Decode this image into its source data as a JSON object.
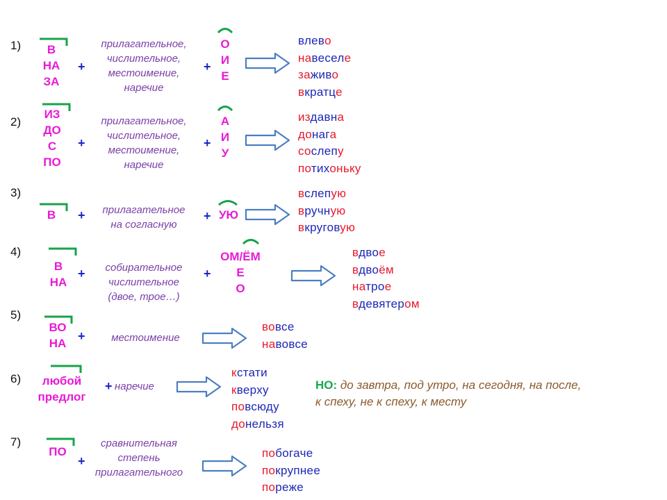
{
  "plus": "+",
  "rows": [
    {
      "num": "1)",
      "prefixes": [
        "В",
        "НА",
        "ЗА"
      ],
      "desc": [
        "прилагательное,",
        "числительное,",
        "местоимение,",
        "наречие"
      ],
      "suffixes": [
        "О",
        "И",
        "Е"
      ],
      "examples": [
        [
          {
            "t": "вл",
            "c": "b"
          },
          {
            "t": "ев",
            "c": "b"
          },
          {
            "t": "о",
            "c": "r"
          }
        ],
        [
          {
            "t": "на",
            "c": "r"
          },
          {
            "t": "весел",
            "c": "b"
          },
          {
            "t": "е",
            "c": "r"
          }
        ],
        [
          {
            "t": "за",
            "c": "r"
          },
          {
            "t": "жив",
            "c": "b"
          },
          {
            "t": "о",
            "c": "r"
          }
        ],
        [
          {
            "t": "в",
            "c": "r"
          },
          {
            "t": "кратц",
            "c": "b"
          },
          {
            "t": "е",
            "c": "r"
          }
        ]
      ]
    },
    {
      "num": "2)",
      "prefixes": [
        "ИЗ",
        "ДО",
        "С",
        "ПО"
      ],
      "desc": [
        "прилагательное,",
        "числительное,",
        "местоимение,",
        "наречие"
      ],
      "suffixes": [
        "А",
        "И",
        "У"
      ],
      "examples": [
        [
          {
            "t": "из",
            "c": "r"
          },
          {
            "t": "давн",
            "c": "b"
          },
          {
            "t": "а",
            "c": "r"
          }
        ],
        [
          {
            "t": "до",
            "c": "r"
          },
          {
            "t": "наг",
            "c": "b"
          },
          {
            "t": "а",
            "c": "r"
          }
        ],
        [
          {
            "t": "со",
            "c": "r"
          },
          {
            "t": "слеп",
            "c": "b"
          },
          {
            "t": "у",
            "c": "r"
          }
        ],
        [
          {
            "t": "по",
            "c": "r"
          },
          {
            "t": "тих",
            "c": "b"
          },
          {
            "t": "оньку",
            "c": "r"
          }
        ]
      ]
    },
    {
      "num": "3)",
      "prefixes": [
        "В"
      ],
      "desc": [
        "прилагательное",
        "на согласную"
      ],
      "suffixes": [
        "УЮ"
      ],
      "examples": [
        [
          {
            "t": "в",
            "c": "r"
          },
          {
            "t": "слеп",
            "c": "b"
          },
          {
            "t": "ую",
            "c": "r"
          }
        ],
        [
          {
            "t": "в",
            "c": "r"
          },
          {
            "t": "ручн",
            "c": "b"
          },
          {
            "t": "ую",
            "c": "r"
          }
        ],
        [
          {
            "t": "в",
            "c": "r"
          },
          {
            "t": "кругов",
            "c": "b"
          },
          {
            "t": "ую",
            "c": "r"
          }
        ]
      ]
    },
    {
      "num": "4)",
      "prefixes": [
        "В",
        "НА"
      ],
      "desc": [
        "собирательное",
        "числительное",
        "(двое, трое…)"
      ],
      "suffixes": [
        "ОМ/ЁМ",
        "Е",
        "О"
      ],
      "examples": [
        [
          {
            "t": "в",
            "c": "r"
          },
          {
            "t": "дво",
            "c": "b"
          },
          {
            "t": "е",
            "c": "r"
          }
        ],
        [
          {
            "t": "в",
            "c": "r"
          },
          {
            "t": "дво",
            "c": "b"
          },
          {
            "t": "ём",
            "c": "r"
          }
        ],
        [
          {
            "t": "на",
            "c": "r"
          },
          {
            "t": "тро",
            "c": "b"
          },
          {
            "t": "е",
            "c": "r"
          }
        ],
        [
          {
            "t": "в",
            "c": "r"
          },
          {
            "t": "девятер",
            "c": "b"
          },
          {
            "t": "ом",
            "c": "r"
          }
        ]
      ]
    },
    {
      "num": "5)",
      "prefixes": [
        "ВО",
        "НА"
      ],
      "desc": [
        "местоимение"
      ],
      "suffixes": [],
      "examples": [
        [
          {
            "t": "во",
            "c": "r"
          },
          {
            "t": "все",
            "c": "b"
          }
        ],
        [
          {
            "t": "на",
            "c": "r"
          },
          {
            "t": "вовсе",
            "c": "b"
          }
        ]
      ]
    },
    {
      "num": "6)",
      "prefixes": [
        "любой",
        "предлог"
      ],
      "desc": [
        "наречие"
      ],
      "suffixes": [],
      "examples": [
        [
          {
            "t": "к",
            "c": "r"
          },
          {
            "t": "стати",
            "c": "b"
          }
        ],
        [
          {
            "t": "к",
            "c": "r"
          },
          {
            "t": "верху",
            "c": "b"
          }
        ],
        [
          {
            "t": "по",
            "c": "r"
          },
          {
            "t": "всюду",
            "c": "b"
          }
        ],
        [
          {
            "t": "до",
            "c": "r"
          },
          {
            "t": "нельзя",
            "c": "b"
          }
        ]
      ]
    },
    {
      "num": "7)",
      "prefixes": [
        "ПО"
      ],
      "desc": [
        "сравнительная",
        "степень",
        "прилагательного"
      ],
      "suffixes": [],
      "examples": [
        [
          {
            "t": "по",
            "c": "r"
          },
          {
            "t": "богаче",
            "c": "b"
          }
        ],
        [
          {
            "t": "по",
            "c": "r"
          },
          {
            "t": "крупнее",
            "c": "b"
          }
        ],
        [
          {
            "t": "по",
            "c": "r"
          },
          {
            "t": "реже",
            "c": "b"
          }
        ]
      ]
    }
  ],
  "note": {
    "label": "НО:",
    "line1": "до завтра, под утро, на сегодня, на после,",
    "line2": "к спеху, не к спеху, к месту"
  },
  "colors": {
    "prefix": "#e81ad6",
    "plus": "#1c23c8",
    "desc": "#7a3fa8",
    "bracket": "#17a34a",
    "red": "#e8182a",
    "blue": "#1c27b6",
    "arrow": "#4a7ec2",
    "note": "#8b5a2b",
    "note_label": "#13a84c"
  },
  "icons": {
    "bracket": "prefix-bracket-icon",
    "arc": "suffix-arc-icon",
    "arrow": "double-arrow-icon"
  }
}
